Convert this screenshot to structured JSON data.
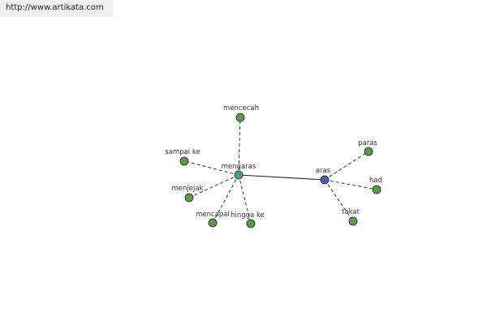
{
  "source_url": "http://www.artikata.com",
  "colors": {
    "synonym_node": "#5a9a4a",
    "primary_node": "#4a9aa0",
    "secondary_node": "#4a5aa8",
    "edge": "#222222",
    "label": "#333333"
  },
  "graph": {
    "nodes": [
      {
        "id": "mengaras",
        "label": "mengaras",
        "kind": "primary"
      },
      {
        "id": "aras",
        "label": "aras",
        "kind": "secondary"
      },
      {
        "id": "mencecah",
        "label": "mencecah",
        "kind": "synonym"
      },
      {
        "id": "sampai-ke",
        "label": "sampai ke",
        "kind": "synonym"
      },
      {
        "id": "menjejak",
        "label": "menjejak",
        "kind": "synonym"
      },
      {
        "id": "mencapai",
        "label": "mencapai",
        "kind": "synonym"
      },
      {
        "id": "hingga-ke",
        "label": "hingga ke",
        "kind": "synonym"
      },
      {
        "id": "paras",
        "label": "paras",
        "kind": "synonym"
      },
      {
        "id": "had",
        "label": "had",
        "kind": "synonym"
      },
      {
        "id": "takat",
        "label": "takat",
        "kind": "synonym"
      }
    ],
    "edges": [
      {
        "from": "mengaras",
        "to": "aras",
        "style": "solid"
      },
      {
        "from": "mengaras",
        "to": "mencecah",
        "style": "dashed"
      },
      {
        "from": "mengaras",
        "to": "sampai-ke",
        "style": "dashed"
      },
      {
        "from": "mengaras",
        "to": "menjejak",
        "style": "dashed"
      },
      {
        "from": "mengaras",
        "to": "mencapai",
        "style": "dashed"
      },
      {
        "from": "mengaras",
        "to": "hingga-ke",
        "style": "dashed"
      },
      {
        "from": "aras",
        "to": "paras",
        "style": "dashed"
      },
      {
        "from": "aras",
        "to": "had",
        "style": "dashed"
      },
      {
        "from": "aras",
        "to": "takat",
        "style": "dashed"
      }
    ]
  }
}
